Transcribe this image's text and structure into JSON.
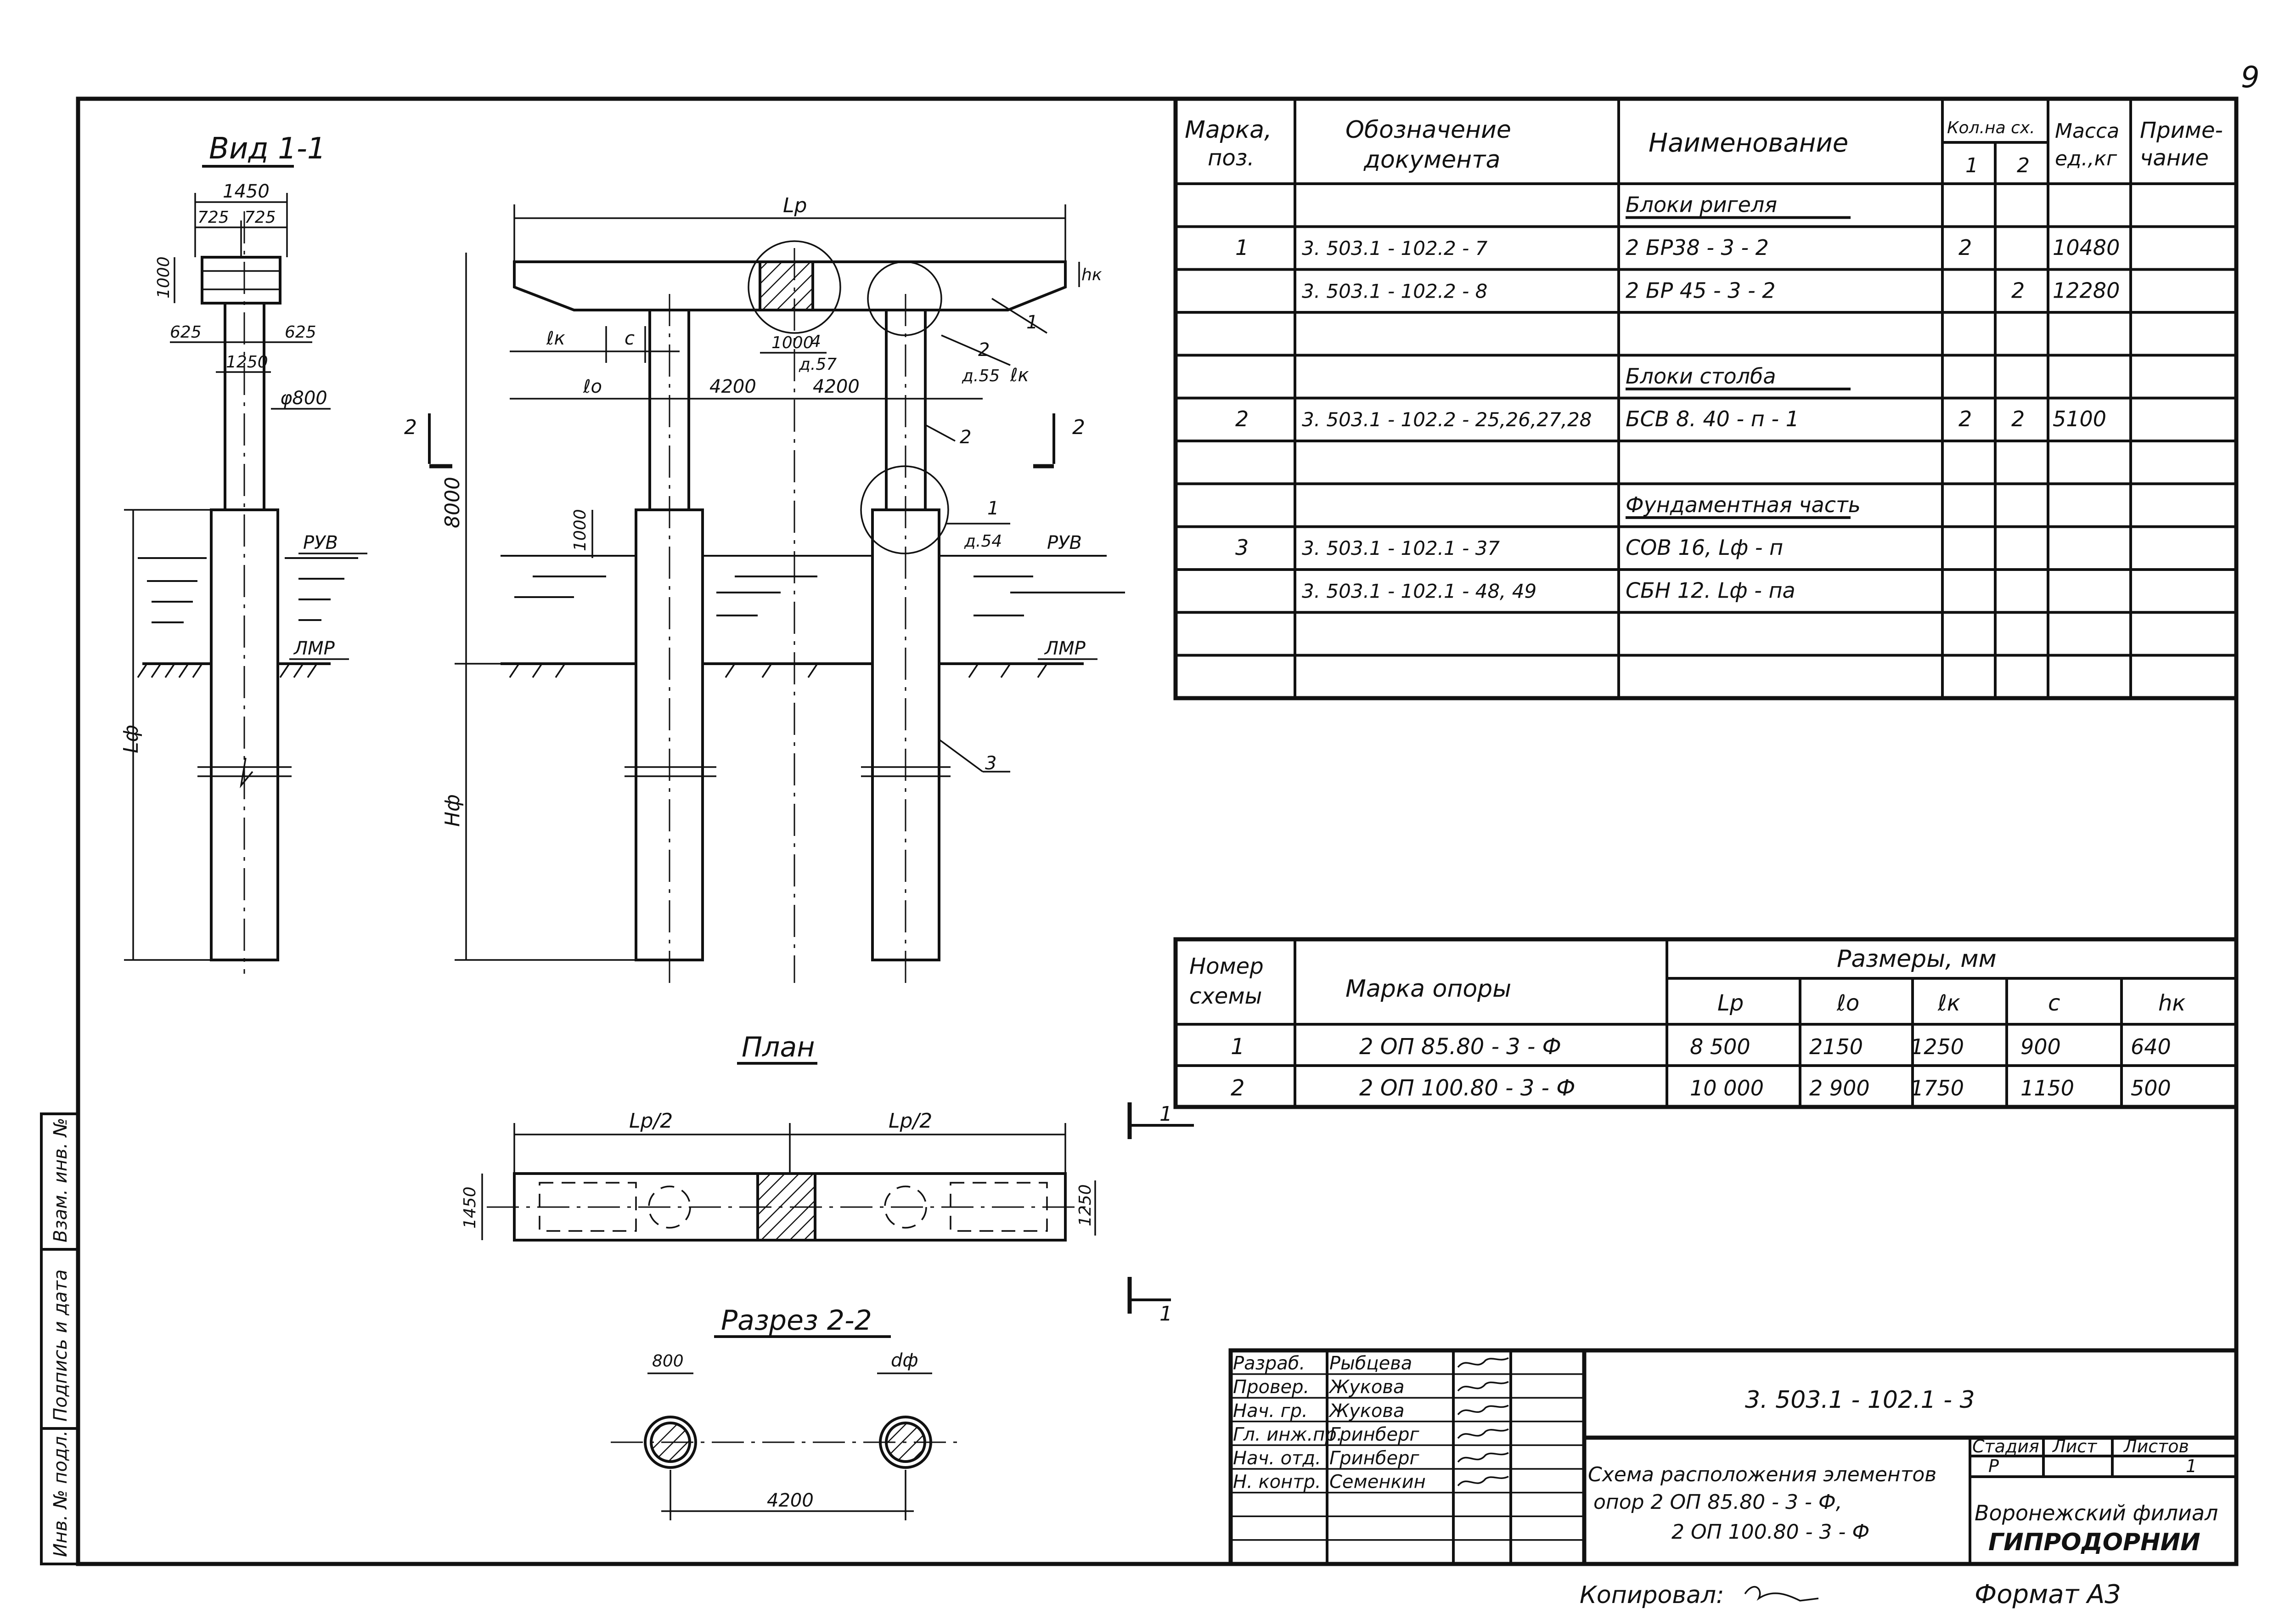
{
  "sheet": {
    "page_number": "9"
  },
  "view_1_1": {
    "title": "Вид 1-1",
    "dims": [
      "1450",
      "725",
      "725",
      "1000",
      "625",
      "625",
      "1250",
      "φ800"
    ],
    "labels": {
      "ruv": "РУВ",
      "lmr": "ЛМР",
      "lf": "Lф"
    }
  },
  "facade": {
    "lr": "Lр",
    "hk": "hк",
    "lk1": "ℓк",
    "c": "c",
    "lo": "ℓo",
    "lk2": "ℓк",
    "d1000": "1000",
    "d4": "4",
    "d4200a": "4200",
    "d4200b": "4200",
    "d8000": "8000",
    "d1000b": "1000",
    "hf": "Hф",
    "ruv": "РУВ",
    "lmr": "ЛМР",
    "leaders": [
      "1",
      "2",
      "2",
      "1",
      "3"
    ],
    "detail_refs": [
      "д.57",
      "д.55",
      "д.54"
    ],
    "section_marks": [
      "2",
      "2"
    ]
  },
  "plan": {
    "title": "План",
    "half_left": "Lр/2",
    "half_right": "Lр/2",
    "width_left": "1450",
    "width_right": "1250",
    "section_marks": [
      "1",
      "1"
    ]
  },
  "section_2_2": {
    "title": "Разрез 2-2",
    "d800": "800",
    "df": "dф",
    "span": "4200"
  },
  "spec_table": {
    "headers": {
      "mark": [
        "Марка,",
        "поз."
      ],
      "doc": [
        "Обозначение",
        "документа"
      ],
      "name": "Наименование",
      "qty": "Кол.на сх.",
      "qty1": "1",
      "qty2": "2",
      "mass": [
        "Масса",
        "ед.,кг"
      ],
      "note": [
        "Приме-",
        "чание"
      ]
    },
    "rows": [
      {
        "mark": "",
        "doc": "",
        "name": "Блоки ригеля",
        "q1": "",
        "q2": "",
        "mass": "",
        "note": "",
        "section": true
      },
      {
        "mark": "1",
        "doc": "3. 503.1 - 102.2 - 7",
        "name": "2 БР38 - 3 - 2",
        "q1": "2",
        "q2": "",
        "mass": "10480",
        "note": ""
      },
      {
        "mark": "",
        "doc": "3. 503.1 - 102.2 - 8",
        "name": "2 БР 45 - 3 - 2",
        "q1": "",
        "q2": "2",
        "mass": "12280",
        "note": ""
      },
      {
        "mark": "",
        "doc": "",
        "name": "",
        "q1": "",
        "q2": "",
        "mass": "",
        "note": ""
      },
      {
        "mark": "",
        "doc": "",
        "name": "Блоки столба",
        "q1": "",
        "q2": "",
        "mass": "",
        "note": "",
        "section": true
      },
      {
        "mark": "2",
        "doc": "3. 503.1 - 102.2 - 25,26,27,28",
        "name": "БСВ  8. 40 - п - 1",
        "q1": "2",
        "q2": "2",
        "mass": "5100",
        "note": ""
      },
      {
        "mark": "",
        "doc": "",
        "name": "",
        "q1": "",
        "q2": "",
        "mass": "",
        "note": ""
      },
      {
        "mark": "",
        "doc": "",
        "name": "Фундаментная часть",
        "q1": "",
        "q2": "",
        "mass": "",
        "note": "",
        "section": true
      },
      {
        "mark": "3",
        "doc": "3. 503.1 - 102.1 - 37",
        "name": "СОВ  16, Lф - п",
        "q1": "",
        "q2": "",
        "mass": "",
        "note": ""
      },
      {
        "mark": "",
        "doc": "3. 503.1 - 102.1 - 48, 49",
        "name": "СБН  12. Lф - па",
        "q1": "",
        "q2": "",
        "mass": "",
        "note": ""
      },
      {
        "mark": "",
        "doc": "",
        "name": "",
        "q1": "",
        "q2": "",
        "mass": "",
        "note": ""
      },
      {
        "mark": "",
        "doc": "",
        "name": "",
        "q1": "",
        "q2": "",
        "mass": "",
        "note": ""
      }
    ]
  },
  "dims_table": {
    "headers": {
      "scheme": [
        "Номер",
        "схемы"
      ],
      "mark": "Марка опоры",
      "dims": "Размеры, мм",
      "cols": [
        "Lр",
        "ℓo",
        "ℓк",
        "c",
        "hк"
      ]
    },
    "rows": [
      {
        "n": "1",
        "mark": "2 ОП 85.80 - 3 - Ф",
        "vals": [
          "8 500",
          "2150",
          "1250",
          "900",
          "640"
        ]
      },
      {
        "n": "2",
        "mark": "2 ОП 100.80 - 3 - Ф",
        "vals": [
          "10 000",
          "2 900",
          "1750",
          "1150",
          "500"
        ]
      }
    ]
  },
  "title_block": {
    "roles": [
      "Разраб.",
      "Провер.",
      "Нач. гр.",
      "Гл. инж.пр.",
      "Нач. отд.",
      "Н. контр."
    ],
    "names": [
      "Рыбцева",
      "Жукова",
      "Жукова",
      "Гринберг",
      "Гринберг",
      "Семенкин"
    ],
    "code": "3. 503.1 - 102.1 - 3",
    "title": [
      "Схема расположения элементов",
      "опор   2 ОП 85.80 - 3 - Ф,",
      "2 ОП 100.80 - 3 - Ф"
    ],
    "stage_h": "Стадия",
    "sheet_h": "Лист",
    "sheets_h": "Листов",
    "stage": "Р",
    "sheet": "",
    "sheets": "1",
    "org": [
      "Воронежский филиал",
      "ГИПРОДОРНИИ"
    ]
  },
  "side_stamp": [
    "Инв. № подл.",
    "Подпись и дата",
    "Взам. инв. №"
  ],
  "footer": {
    "copied": "Копировал:",
    "format": "Формат А3"
  }
}
